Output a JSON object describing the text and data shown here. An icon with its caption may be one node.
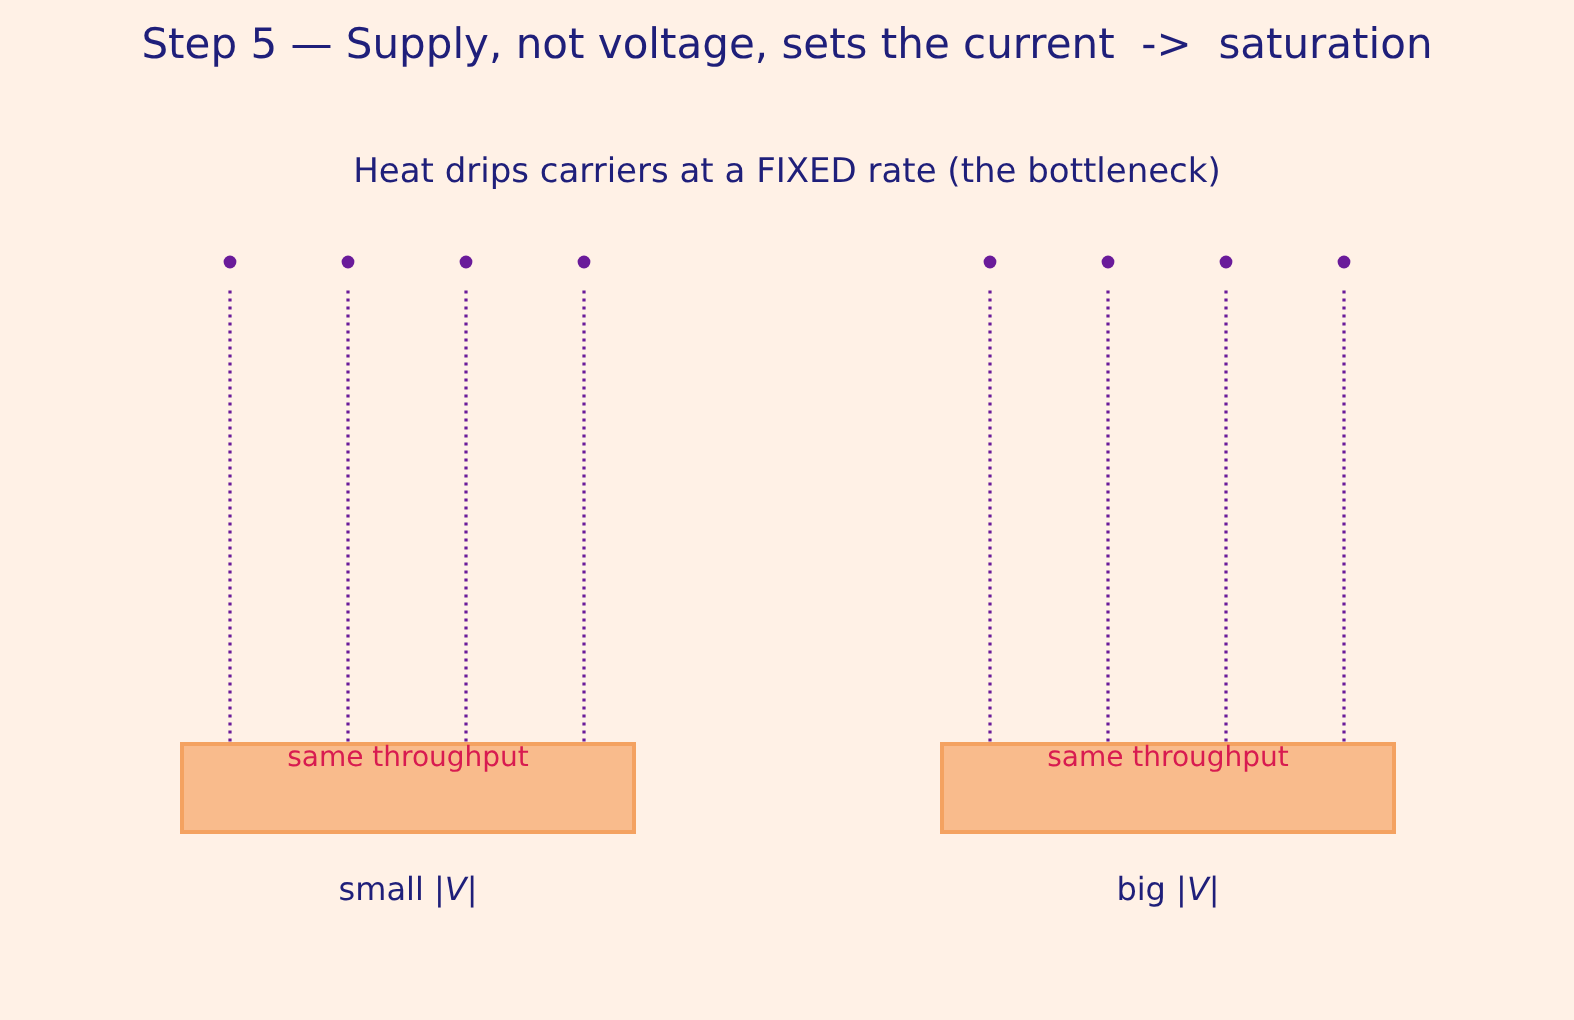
{
  "diagram": {
    "title": "Step 5 — Supply, not voltage, sets the current  ->  saturation",
    "nodes": [
      {
        "text": [],
        "shape": "circle"
      },
      {
        "text": [],
        "shape": "circle"
      },
      {
        "text": [],
        "shape": "circle"
      },
      {
        "text": [],
        "shape": "circle"
      },
      {
        "text": [],
        "shape": "circle"
      },
      {
        "text": [],
        "shape": "circle"
      },
      {
        "text": [],
        "shape": "circle"
      },
      {
        "text": [],
        "shape": "circle"
      },
      {
        "text": [
          "same throughput"
        ],
        "beside": [
          "small |*V*|"
        ]
      },
      {
        "text": [
          "same throughput"
        ],
        "beside": [
          "big |*V*|"
        ]
      }
    ],
    "edges": [
      {
        "from": 0,
        "to": 8,
        "arrow": "none",
        "style": "dashed"
      },
      {
        "from": 1,
        "to": 8,
        "arrow": "none",
        "style": "dashed"
      },
      {
        "from": 2,
        "to": 8,
        "arrow": "none",
        "style": "dashed"
      },
      {
        "from": 3,
        "to": 8,
        "arrow": "none",
        "style": "dashed"
      },
      {
        "from": 4,
        "to": 9,
        "arrow": "none",
        "style": "dashed"
      },
      {
        "from": 5,
        "to": 9,
        "arrow": "none",
        "style": "dashed"
      },
      {
        "from": 6,
        "to": 9,
        "arrow": "none",
        "style": "dashed"
      },
      {
        "from": 7,
        "to": 9,
        "arrow": "none",
        "style": "dashed"
      }
    ],
    "labels": [
      "Heat drips carriers at a FIXED rate (the bottleneck)"
    ]
  }
}
